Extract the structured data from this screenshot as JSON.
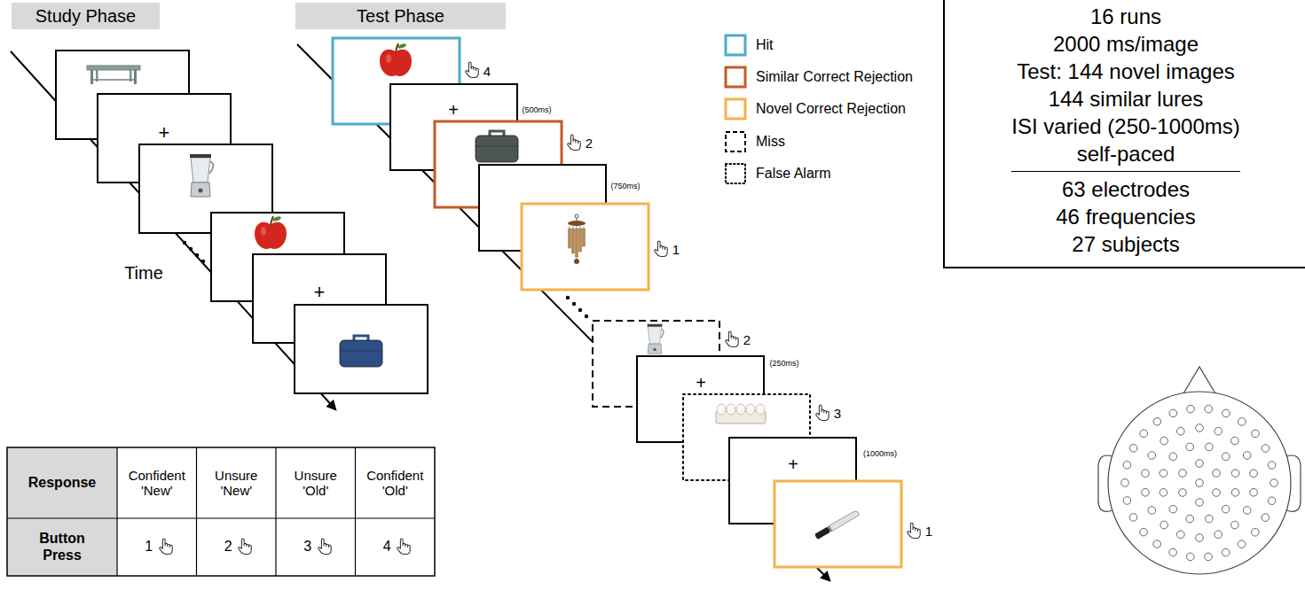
{
  "diagram": {
    "nodes": [
      {
        "text": [
          "Study Phase"
        ]
      },
      {
        "text": [
          "Test Phase"
        ]
      },
      {
        "text": [
          "16 runs",
          "2000 ms/image",
          "Test: 144 novel images",
          "144 similar lures",
          "ISI varied (250-1000ms)",
          "self-paced",
          "63 electrodes",
          "46 frequencies",
          "27 subjects"
        ]
      }
    ],
    "labels": [
      "+",
      "+",
      "Time",
      "+",
      "(500ms)",
      "4",
      "2",
      "(750ms)",
      "1",
      "+",
      "2",
      "(250ms)",
      "3",
      "+",
      "(1000ms)",
      "1",
      "Response",
      "Confident 'New'",
      "Unsure 'New'",
      "Unsure 'Old'",
      "Confident 'Old'",
      "Button Press",
      "1",
      "2",
      "3",
      "4"
    ],
    "legend": [
      {
        "text": "Hit",
        "color": "#4bacc6"
      },
      {
        "text": "Similar Correct Rejection",
        "color": "#c55a28"
      },
      {
        "text": "Novel Correct Rejection",
        "color": "#f4b24a"
      },
      {
        "text": "Miss"
      },
      {
        "text": "False Alarm"
      }
    ]
  }
}
